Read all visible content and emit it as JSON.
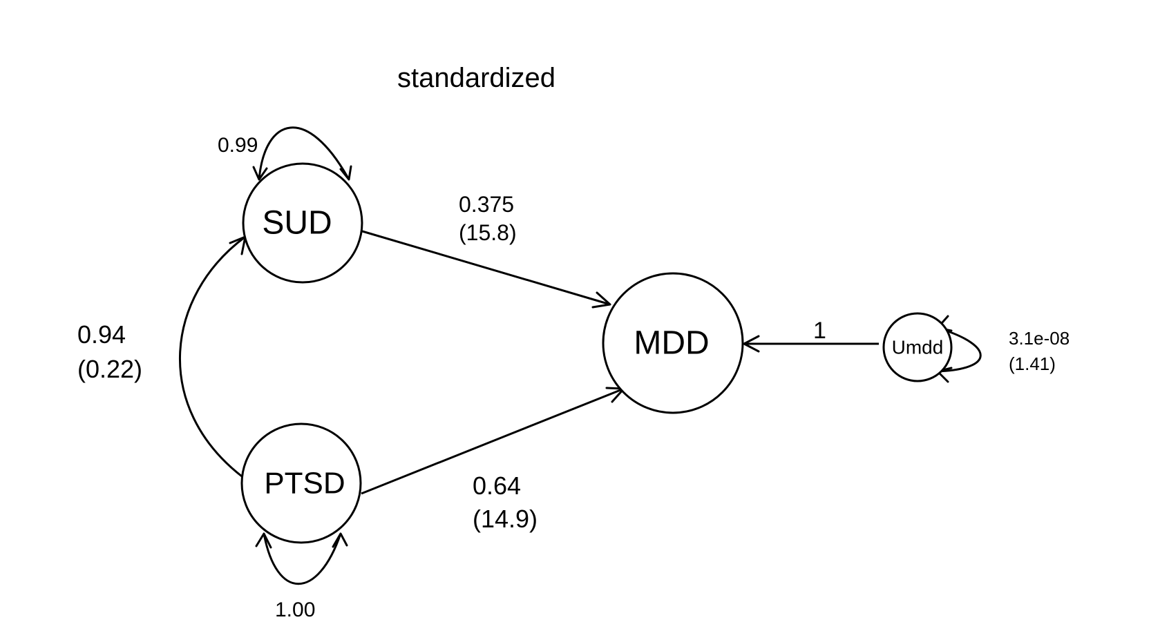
{
  "title": "standardized",
  "colors": {
    "default": "#000000",
    "highlight": "#a52a2a"
  },
  "nodes": {
    "sud": "SUD",
    "mdd": "MDD",
    "ptsd": "PTSD",
    "umdd": "Umdd"
  },
  "paths": {
    "sud_mdd": {
      "estimate": "0.375",
      "se": "(15.8)"
    },
    "ptsd_mdd": {
      "estimate": "0.64",
      "se": "(14.9)"
    },
    "umdd_mdd": {
      "estimate": "1"
    },
    "ptsd_sud": {
      "estimate": "0.94",
      "se": "(0.22)",
      "highlighted": true
    }
  },
  "variances": {
    "sud": {
      "estimate": "0.99"
    },
    "ptsd": {
      "estimate": "1.00",
      "highlighted": true
    },
    "umdd": {
      "estimate": "3.1e-08",
      "se": "(1.41)"
    }
  }
}
